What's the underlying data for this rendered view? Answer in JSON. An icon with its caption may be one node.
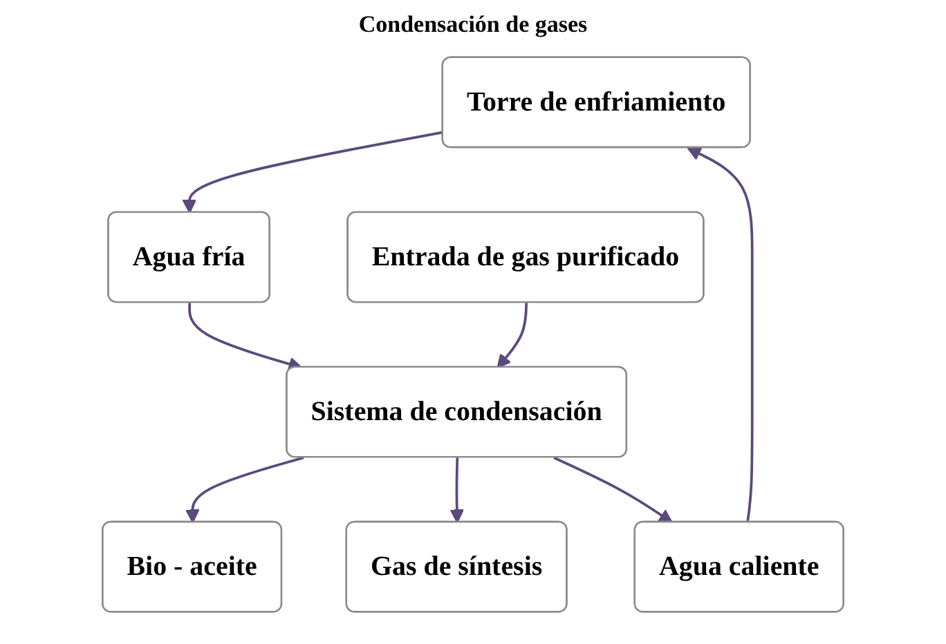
{
  "diagram": {
    "title": "Condensación de gases",
    "nodes": [
      {
        "text": [
          "Torre de enfriamiento"
        ]
      },
      {
        "text": [
          "Agua fría"
        ]
      },
      {
        "text": [
          "Entrada de gas purificado"
        ]
      },
      {
        "text": [
          "Sistema de condensación"
        ]
      },
      {
        "text": [
          "Bio - aceite"
        ]
      },
      {
        "text": [
          "Gas de síntesis"
        ]
      },
      {
        "text": [
          "Agua caliente"
        ]
      }
    ],
    "edges": [
      {
        "from": 0,
        "to": 1,
        "arrow": "to"
      },
      {
        "from": 1,
        "to": 3,
        "arrow": "to"
      },
      {
        "from": 2,
        "to": 3,
        "arrow": "to"
      },
      {
        "from": 3,
        "to": 4,
        "arrow": "to"
      },
      {
        "from": 3,
        "to": 5,
        "arrow": "to"
      },
      {
        "from": 3,
        "to": 6,
        "arrow": "to"
      },
      {
        "from": 6,
        "to": 0,
        "arrow": "to"
      }
    ]
  }
}
